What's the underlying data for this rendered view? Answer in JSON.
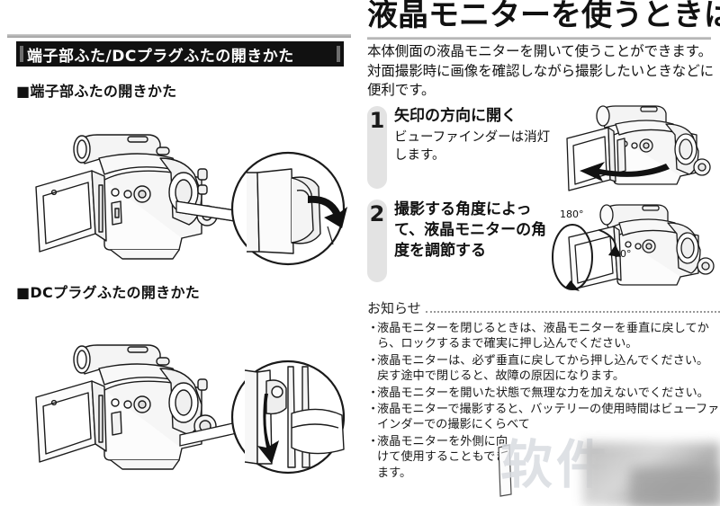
{
  "left": {
    "banner_title": "端子部ふた/DCプラグふたの開きかた",
    "subhead_1": "■端子部ふたの開きかた",
    "subhead_2": "■DCプラグふたの開きかた",
    "figure_1_name": "camcorder-terminal-cover-open-diagram",
    "figure_2_name": "camcorder-dc-plug-cover-open-diagram"
  },
  "right": {
    "title": "液晶モニターを使うときは",
    "intro": "本体側面の液晶モニターを開いて使うことができます。対面撮影時に画像を確認しながら撮影したいときなどに便利です。",
    "steps": [
      {
        "number": "1",
        "title": "矢印の方向に開く",
        "body": "ビューファインダーは消灯します。",
        "figure_name": "camcorder-lcd-open-arrow-diagram"
      },
      {
        "number": "2",
        "title": "撮影する角度によって、液晶モニターの角度を調節する",
        "body": "",
        "figure_name": "camcorder-lcd-rotate-angle-diagram",
        "angle_labels": [
          "180°",
          "90°"
        ]
      }
    ],
    "notice": {
      "heading": "お知らせ",
      "bullet_char": "・",
      "items": [
        "液晶モニターを閉じるときは、液晶モニターを垂直に戻してから、ロックするまで確実に押し込んでください。",
        "液晶モニターは、必ず垂直に戻してから押し込んでください。戻す途中で閉じると、故障の原因になります。",
        "液晶モニターを開いた状態で無理な力を加えないでください。",
        "液晶モニターで撮影すると、バッテリーの使用時間はビューファインダーでの撮影にくらべて",
        "液晶モニターを外側に向けて使用することもできます。"
      ]
    }
  },
  "watermark": {
    "text": "软件"
  },
  "colors": {
    "banner_bg": "#111111",
    "banner_text": "#ffffff",
    "rule": "#a8a8a8",
    "step_bar": "#e3e3e3",
    "watermark": "#d9dce1"
  }
}
